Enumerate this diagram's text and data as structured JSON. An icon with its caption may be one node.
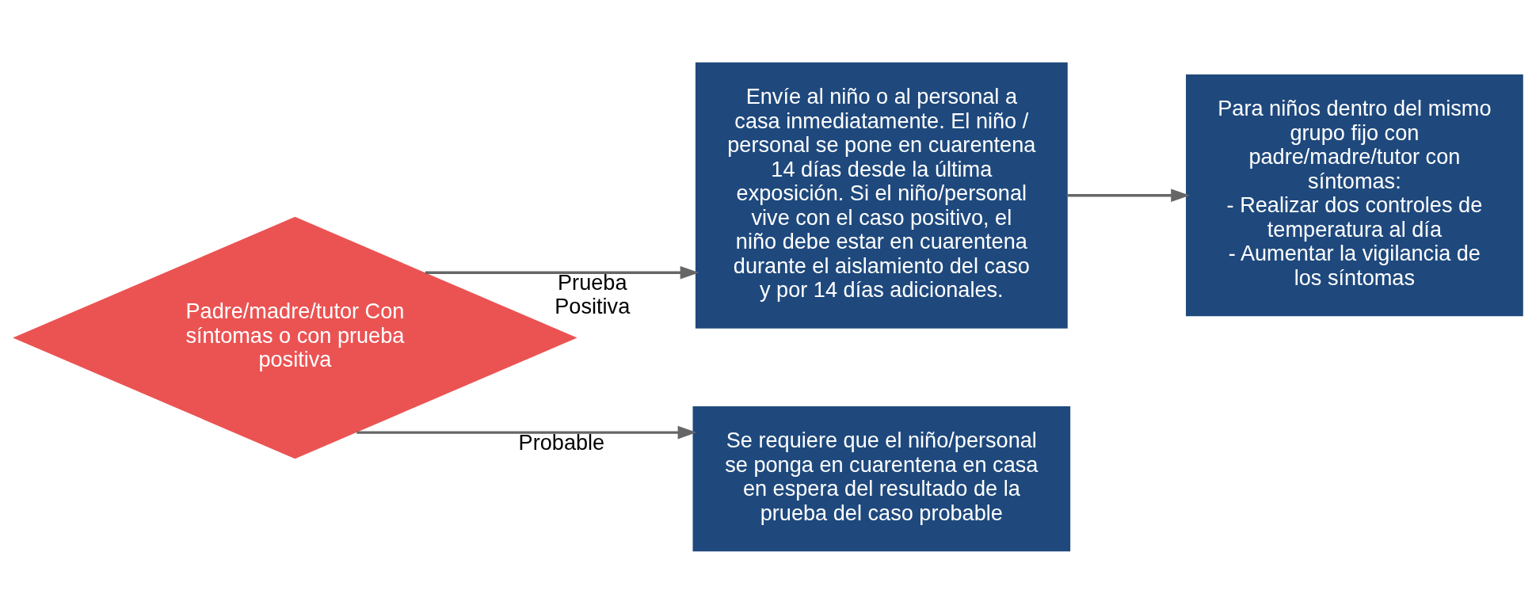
{
  "diagram": {
    "nodes": [
      {
        "text": [
          "Padre/madre/tutor Con síntomas o con prueba positiva"
        ]
      },
      {
        "text": [
          "Envíe al niño o al personal a casa inmediatamente. El niño / personal se pone en cuarentena 14 días desde la última exposición. Si el niño/personal vive con el caso positivo, el niño debe estar en cuarentena durante el aislamiento del caso y por 14 días adicionales."
        ]
      },
      {
        "text": [
          "Se requiere que el niño/personal se ponga en cuarentena en casa en espera del resultado de la prueba del caso probable"
        ]
      },
      {
        "text": [
          "Para niños dentro del mismo grupo fijo con padre/madre/tutor con síntomas:",
          "- Realizar dos controles de temperatura al día",
          "- Aumentar la vigilancia de los síntomas"
        ]
      }
    ],
    "edges": [
      {
        "from": 0,
        "to": 1,
        "arrow": "to",
        "label": "Prueba Positiva"
      },
      {
        "from": 0,
        "to": 2,
        "arrow": "to",
        "label": "Probable"
      },
      {
        "from": 1,
        "to": 3,
        "arrow": "to"
      }
    ]
  }
}
